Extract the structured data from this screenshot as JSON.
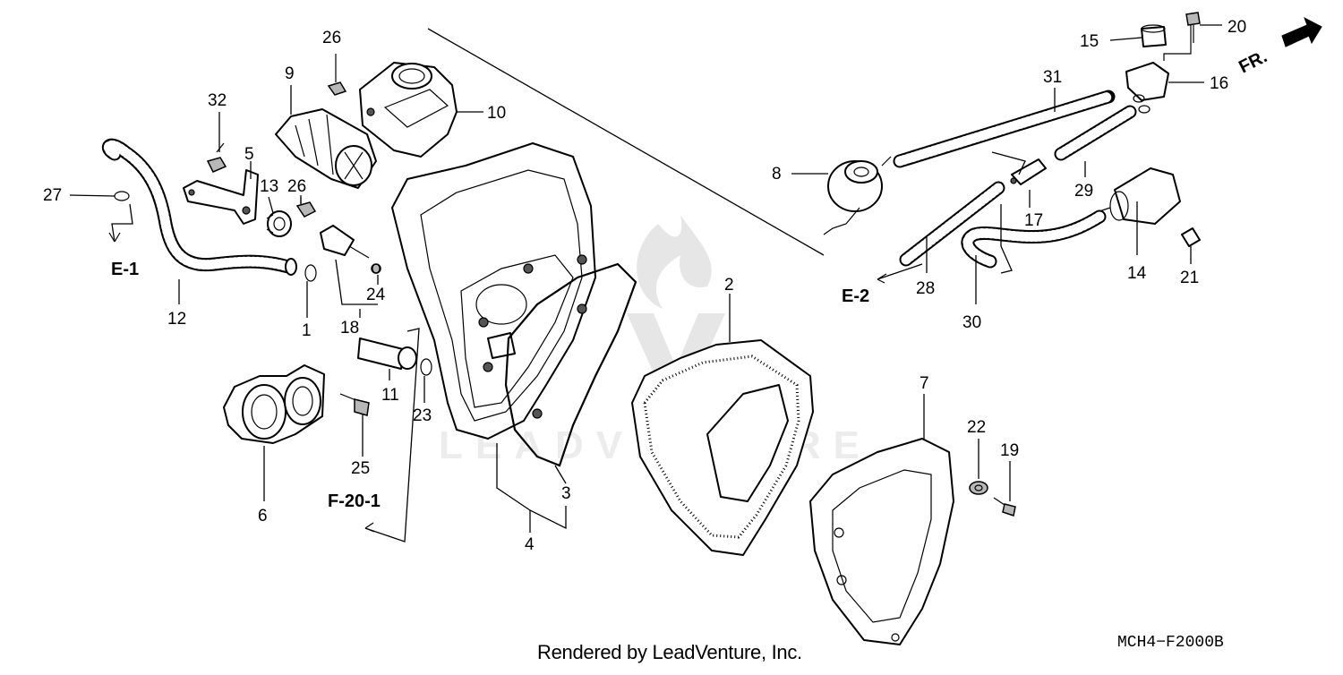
{
  "diagram": {
    "footer": "Rendered by LeadVenture, Inc.",
    "diagram_code": "MCH4−F2000B",
    "watermark": "LEADVENTURE",
    "direction_label": "FR.",
    "refs": [
      "E-1",
      "E-2",
      "F-20-1"
    ],
    "callouts": [
      "1",
      "2",
      "3",
      "4",
      "5",
      "6",
      "7",
      "8",
      "9",
      "10",
      "11",
      "12",
      "13",
      "14",
      "15",
      "16",
      "17",
      "18",
      "19",
      "20",
      "21",
      "22",
      "23",
      "24",
      "25",
      "26",
      "26",
      "27",
      "28",
      "29",
      "30",
      "31",
      "32"
    ]
  }
}
